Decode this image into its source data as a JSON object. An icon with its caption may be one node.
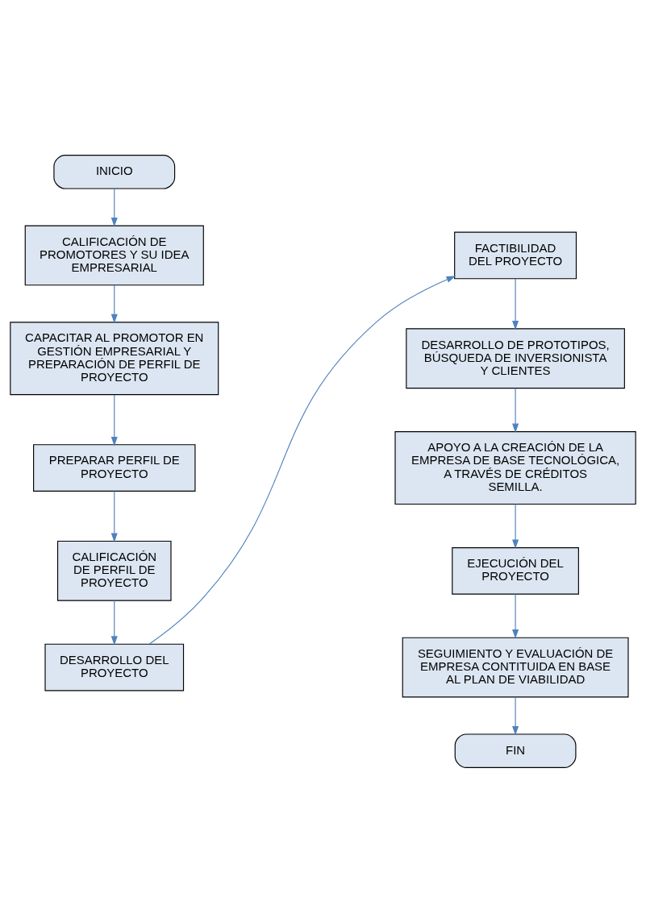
{
  "diagram": {
    "nodes": [
      {
        "text": [
          "INICIO"
        ]
      },
      {
        "text": [
          "CALIFICACIÓN DE PROMOTORES Y SU IDEA EMPRESARIAL"
        ]
      },
      {
        "text": [
          "CAPACITAR AL PROMOTOR EN GESTIÓN EMPRESARIAL Y PREPARACIÓN DE PERFIL DE PROYECTO"
        ]
      },
      {
        "text": [
          "PREPARAR PERFIL DE PROYECTO"
        ]
      },
      {
        "text": [
          "CALIFICACIÓN DE PERFIL DE PROYECTO"
        ]
      },
      {
        "text": [
          "DESARROLLO DEL PROYECTO"
        ]
      },
      {
        "text": [
          "FACTIBILIDAD DEL PROYECTO"
        ]
      },
      {
        "text": [
          "DESARROLLO DE PROTOTIPOS, BÚSQUEDA DE INVERSIONISTA Y CLIENTES"
        ]
      },
      {
        "text": [
          "APOYO A LA CREACIÓN DE LA EMPRESA DE BASE TECNOLÓGICA, A TRAVÉS DE CRÉDITOS SEMILLA."
        ]
      },
      {
        "text": [
          "EJECUCIÓN DEL PROYECTO"
        ]
      },
      {
        "text": [
          "SEGUIMIENTO Y EVALUACIÓN DE EMPRESA CONTITUIDA EN BASE AL PLAN DE VIABILIDAD"
        ]
      },
      {
        "text": [
          "FIN"
        ]
      }
    ],
    "edges": [
      {
        "from": 0,
        "to": 1,
        "arrow": "to"
      },
      {
        "from": 1,
        "to": 2,
        "arrow": "to"
      },
      {
        "from": 2,
        "to": 3,
        "arrow": "to"
      },
      {
        "from": 3,
        "to": 4,
        "arrow": "to"
      },
      {
        "from": 4,
        "to": 5,
        "arrow": "to"
      },
      {
        "from": 5,
        "to": 6,
        "arrow": "to"
      },
      {
        "from": 6,
        "to": 7,
        "arrow": "to"
      },
      {
        "from": 7,
        "to": 8,
        "arrow": "to"
      },
      {
        "from": 8,
        "to": 9,
        "arrow": "to"
      },
      {
        "from": 9,
        "to": 10,
        "arrow": "to"
      },
      {
        "from": 10,
        "to": 11,
        "arrow": "to"
      }
    ]
  }
}
